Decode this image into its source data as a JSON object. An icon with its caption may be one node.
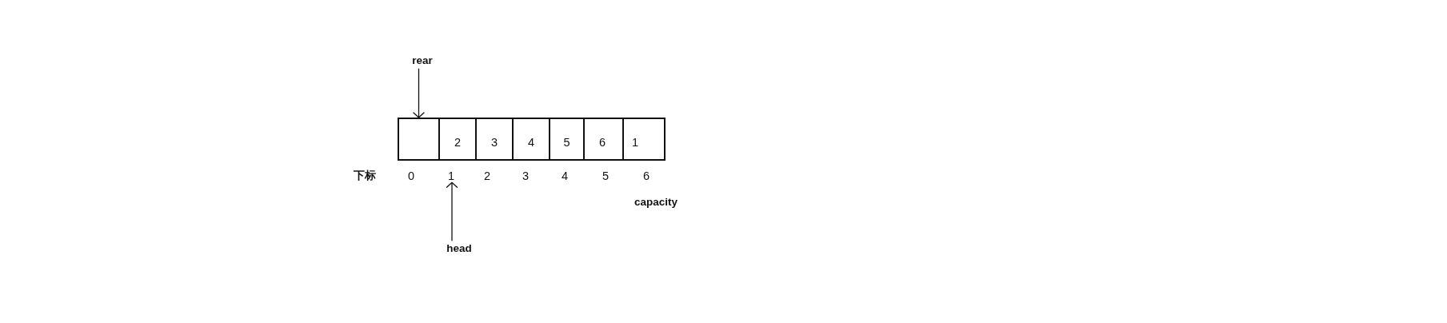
{
  "diagram": {
    "nodes": [
      {
        "text": [
          "rear"
        ]
      },
      {
        "text": [],
        "shape": "box"
      },
      {
        "text": [
          "2"
        ]
      },
      {
        "text": [
          "3"
        ]
      },
      {
        "text": [
          "4"
        ]
      },
      {
        "text": [
          "5"
        ]
      },
      {
        "text": [
          "6"
        ]
      },
      {
        "text": [
          "1"
        ]
      },
      {
        "text": [
          "1"
        ]
      },
      {
        "text": [
          "head"
        ]
      }
    ],
    "edges": [
      {
        "from": 0,
        "to": 1,
        "arrow": "to"
      },
      {
        "from": 9,
        "to": 8,
        "arrow": "to"
      }
    ],
    "labels": [
      "下标",
      "0",
      "2",
      "3",
      "4",
      "5",
      "6",
      "capacity"
    ]
  }
}
